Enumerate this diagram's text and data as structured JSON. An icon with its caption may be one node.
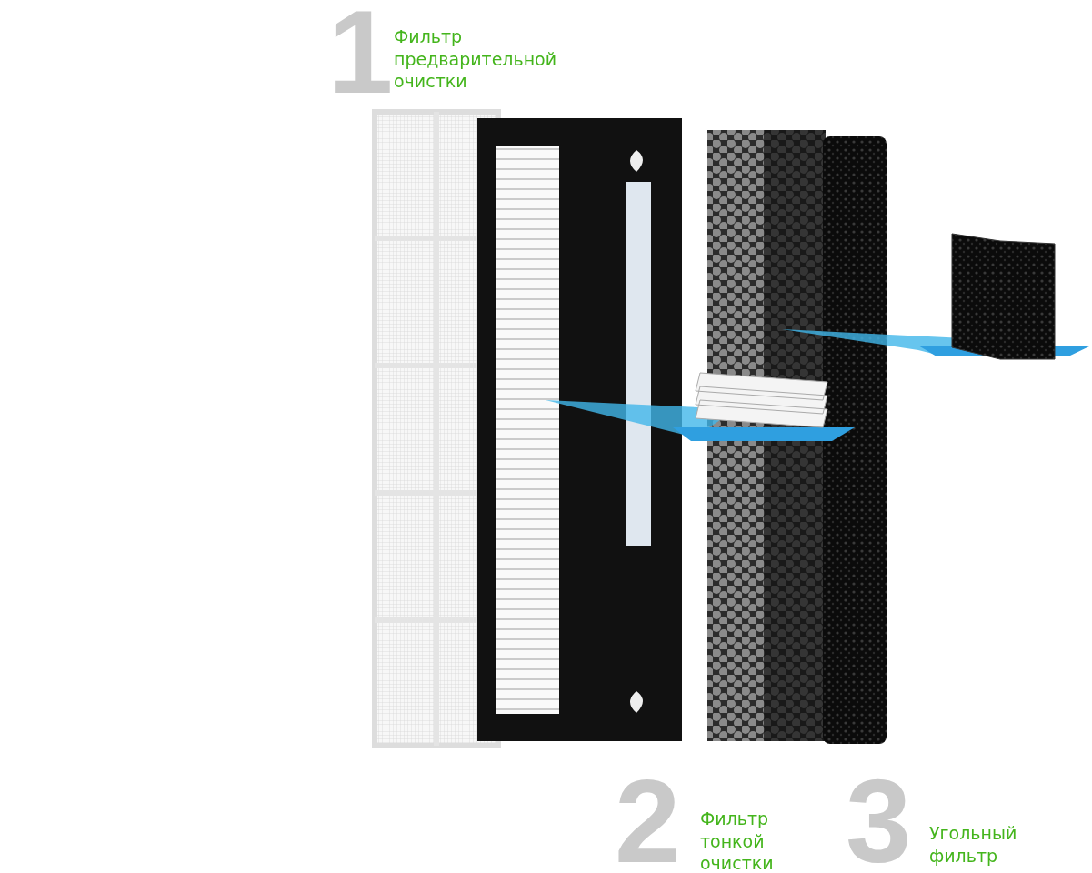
{
  "diagram": {
    "labels": [
      "1",
      "Фильтр предварительной очистки",
      "2",
      "Фильтр тонкой очистки",
      "3",
      "Угольный фильтр"
    ]
  }
}
